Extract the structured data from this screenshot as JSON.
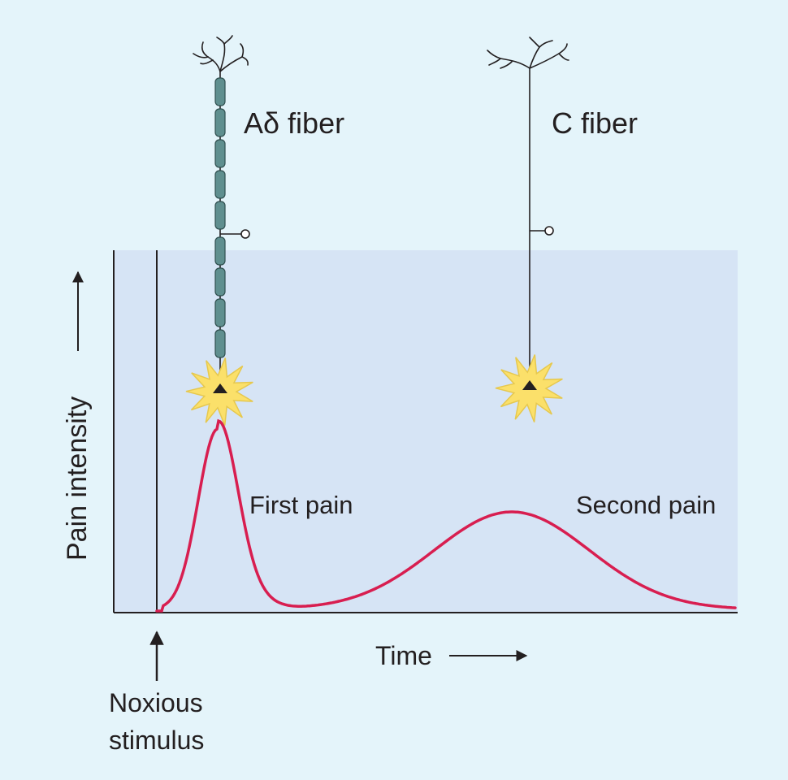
{
  "labels": {
    "a_delta_fiber": "Aδ fiber",
    "c_fiber": "C fiber",
    "y_axis": "Pain intensity",
    "x_axis": "Time",
    "first_pain": "First pain",
    "second_pain": "Second pain",
    "stimulus_line1": "Noxious",
    "stimulus_line2": "stimulus"
  },
  "colors": {
    "page_background": "#e4f4fa",
    "plot_background": "#d6e4f5",
    "pain_curve": "#d81e50",
    "myelin_sheath": "#5f8f8f",
    "spark": "#fbe06a",
    "spark_outline": "#e6c84e",
    "axes": "#231f20"
  },
  "icons": {
    "a_delta_neuron": "myelinated-neuron-icon",
    "c_neuron": "unmyelinated-neuron-icon",
    "a_delta_ending": "spark-icon",
    "c_ending": "spark-icon"
  },
  "chart_data": {
    "type": "line",
    "xlabel": "Time",
    "ylabel": "Pain intensity",
    "series": [
      {
        "name": "",
        "description_peaks": [
          "First pain",
          "Second pain"
        ]
      }
    ]
  }
}
